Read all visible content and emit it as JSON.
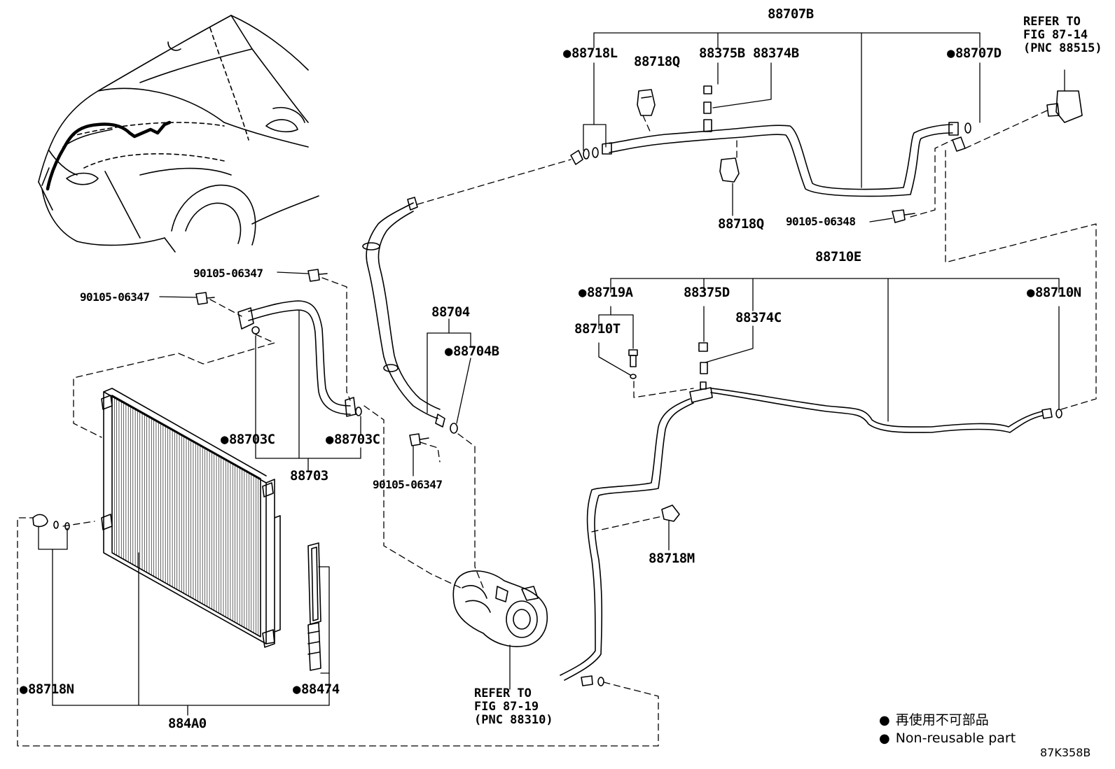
{
  "labels": {
    "p88707B": "88707B",
    "p88718L": "88718L",
    "p88718Q_top": "88718Q",
    "p88375B": "88375B",
    "p88374B": "88374B",
    "p88707D": "88707D",
    "p88718Q_bottom": "88718Q",
    "p90105_06348": "90105-06348",
    "p88710E": "88710E",
    "p88719A": "88719A",
    "p88375D": "88375D",
    "p88374C": "88374C",
    "p88710N": "88710N",
    "p88710T": "88710T",
    "p88718M": "88718M",
    "p90105_06347_a": "90105-06347",
    "p90105_06347_b": "90105-06347",
    "p90105_06347_c": "90105-06347",
    "p88704": "88704",
    "p88704B": "88704B",
    "p88703C_left": "88703C",
    "p88703C_right": "88703C",
    "p88703": "88703",
    "p88718N": "88718N",
    "p88474": "88474",
    "p884A0": "884A0"
  },
  "notes": {
    "refer_top": "REFER TO\nFIG 87-14\n(PNC 88515)",
    "refer_bottom": "REFER TO\nFIG 87-19\n(PNC 88310)"
  },
  "legend": {
    "jp": "再使用不可部品",
    "en": "Non-reusable part"
  },
  "figure_code": "87K358B"
}
